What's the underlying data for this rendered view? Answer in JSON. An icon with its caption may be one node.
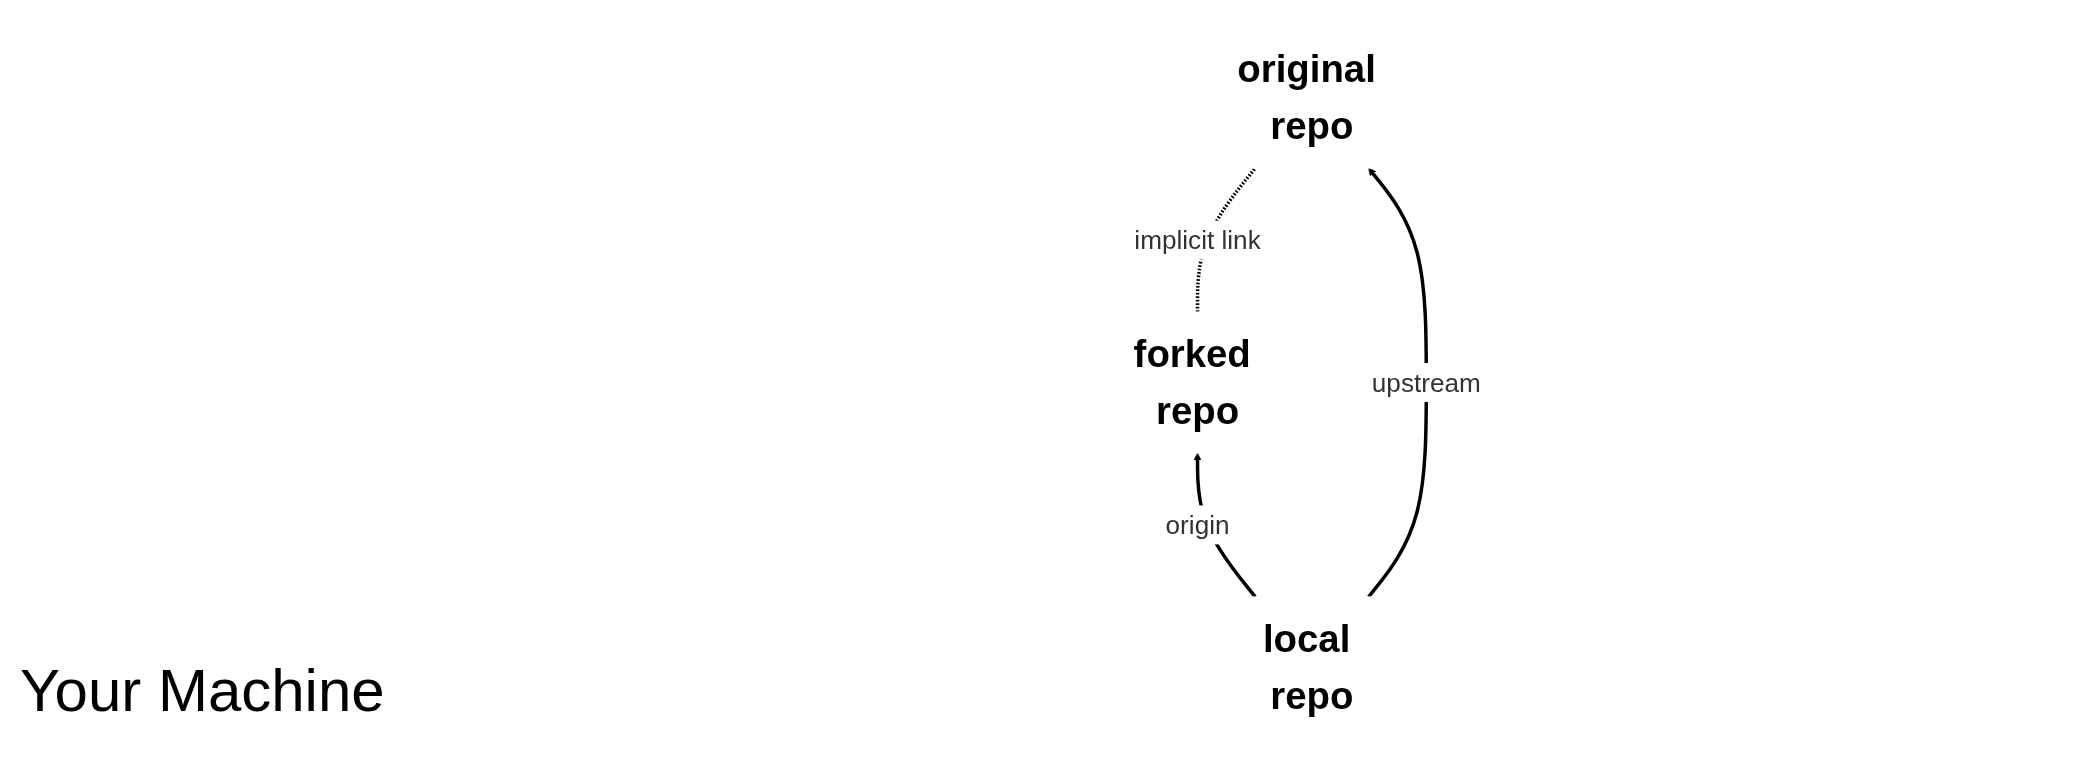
{
  "diagram": {
    "nodes": [
      {
        "text": [
          "forked repo"
        ]
      },
      {
        "text": [
          "original repo"
        ]
      },
      {
        "text": [
          "local repo"
        ]
      }
    ],
    "edges": [
      {
        "from": 0,
        "to": 1,
        "arrow": "none",
        "style": "dashed",
        "label": "implicit link"
      },
      {
        "from": 2,
        "to": 0,
        "arrow": "to",
        "label": "origin"
      },
      {
        "from": 2,
        "to": 1,
        "arrow": "to",
        "label": "upstream"
      }
    ],
    "labels": [
      "Your Machine"
    ]
  }
}
